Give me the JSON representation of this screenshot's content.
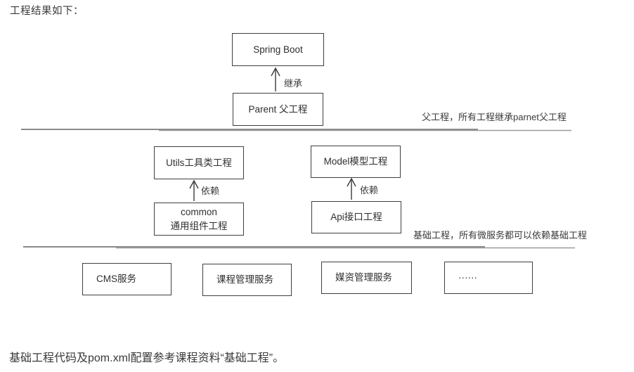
{
  "page": {
    "intro_text": "工程结果如下：",
    "footer_text": "基础工程代码及pom.xml配置参考课程资料“基础工程”。"
  },
  "diagram": {
    "boxes": {
      "spring_boot": "Spring Boot",
      "parent": "Parent 父工程",
      "utils": "Utils工具类工程",
      "model": "Model模型工程",
      "common_line1": "common",
      "common_line2": "通用组件工程",
      "api": "Api接口工程",
      "cms": "CMS服务",
      "course": "课程管理服务",
      "media": "媒资管理服务",
      "more": "······"
    },
    "edges": {
      "inherit_label": "继承",
      "depend_label_left": "依赖",
      "depend_label_right": "依赖"
    },
    "annotations": {
      "parent_note": "父工程，所有工程继承parnet父工程",
      "base_note": "基础工程，所有微服务都可以依赖基础工程"
    },
    "colors": {
      "box_border": "#3f3f3f",
      "text": "#2f2f2f",
      "divider": "#8a8a8a",
      "arrow": "#3a3a3a"
    }
  }
}
